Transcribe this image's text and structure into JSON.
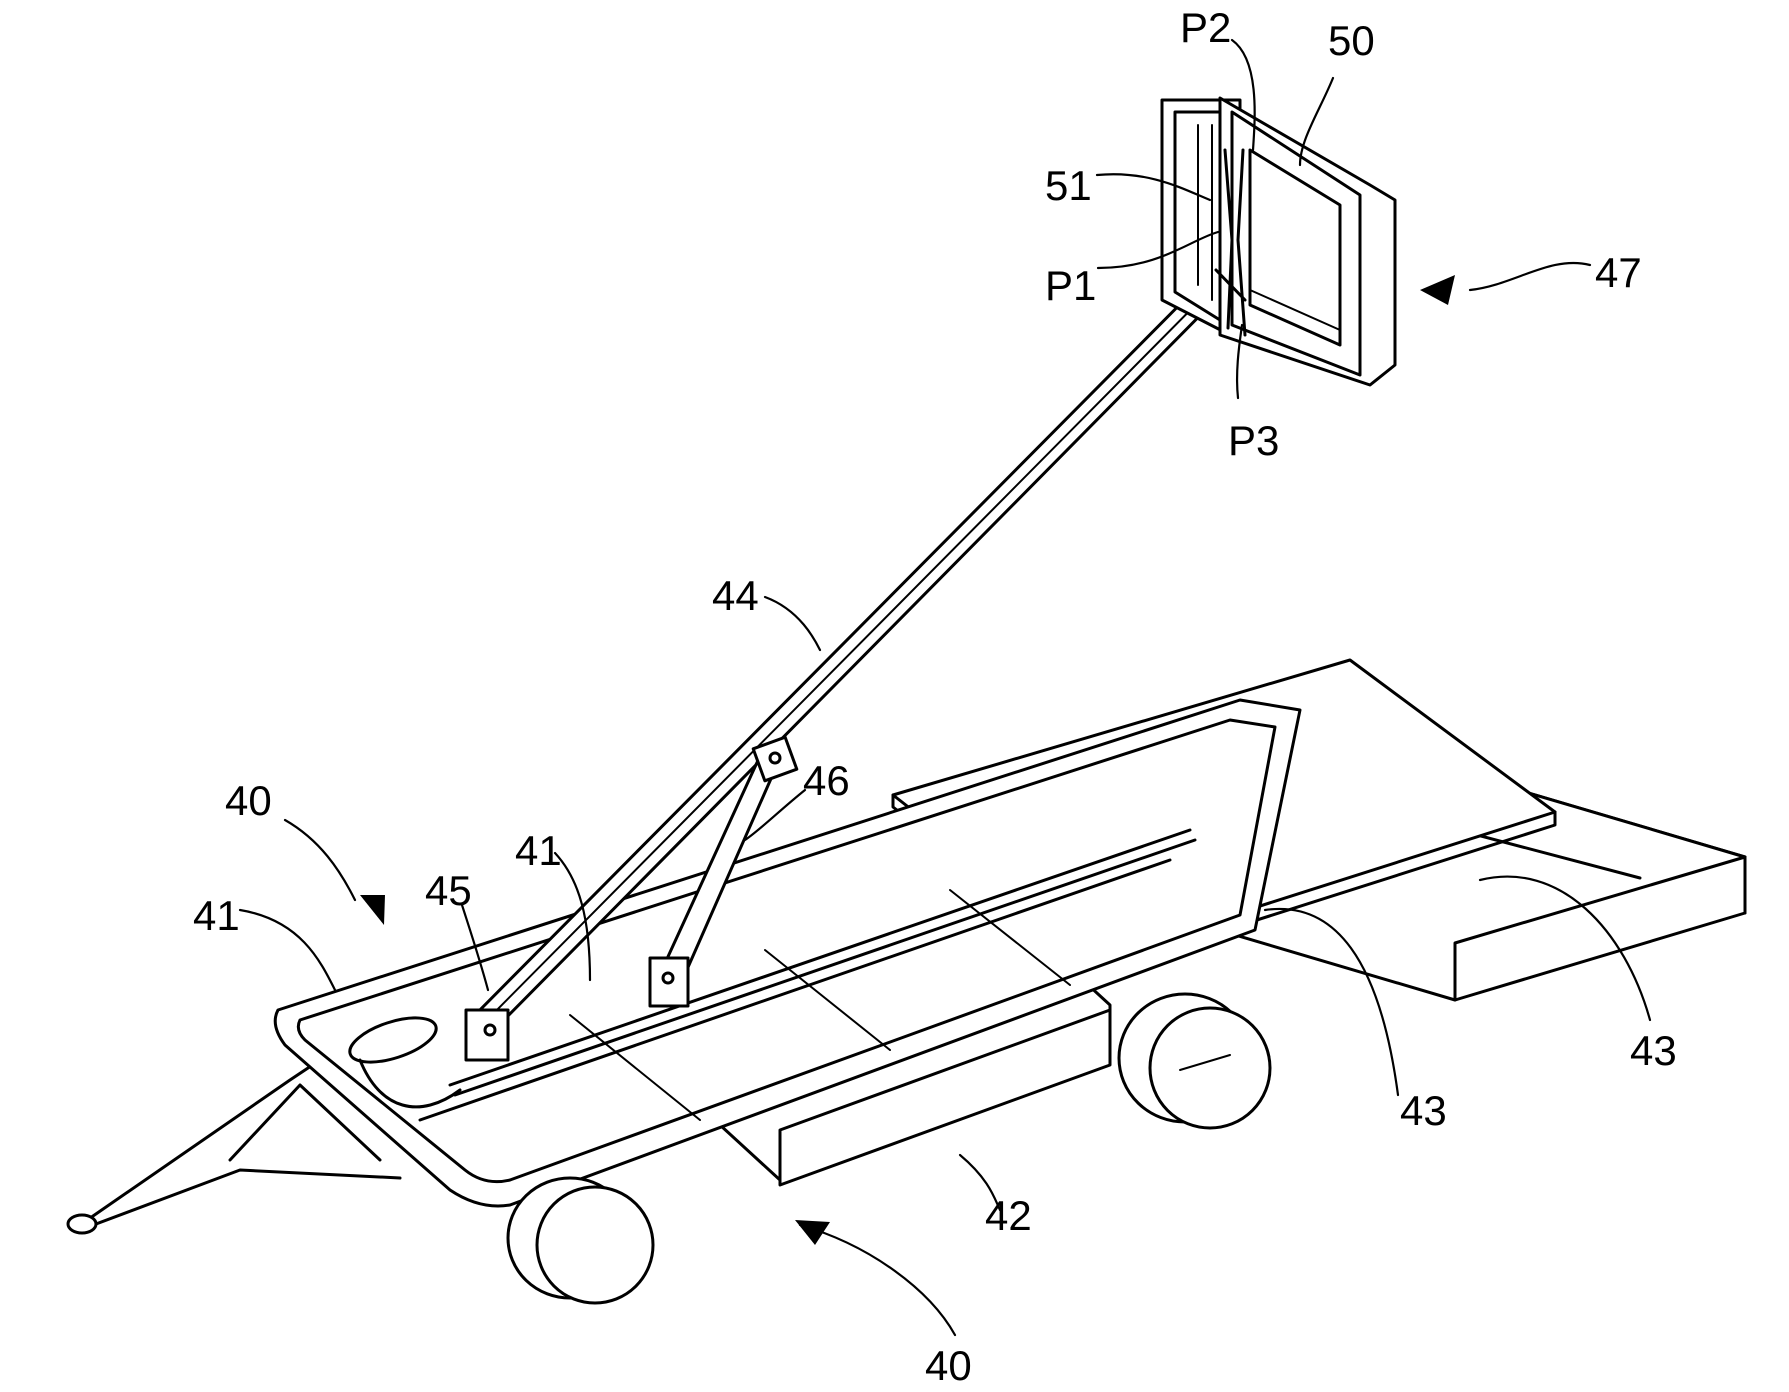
{
  "labels": {
    "p2": "P2",
    "n50": "50",
    "n51": "51",
    "p1": "P1",
    "n47": "47",
    "p3": "P3",
    "n44": "44",
    "n46": "46",
    "n40a": "40",
    "n41a": "41",
    "n45": "45",
    "n41b": "41",
    "n43a": "43",
    "n43b": "43",
    "n42": "42",
    "n40b": "40"
  }
}
